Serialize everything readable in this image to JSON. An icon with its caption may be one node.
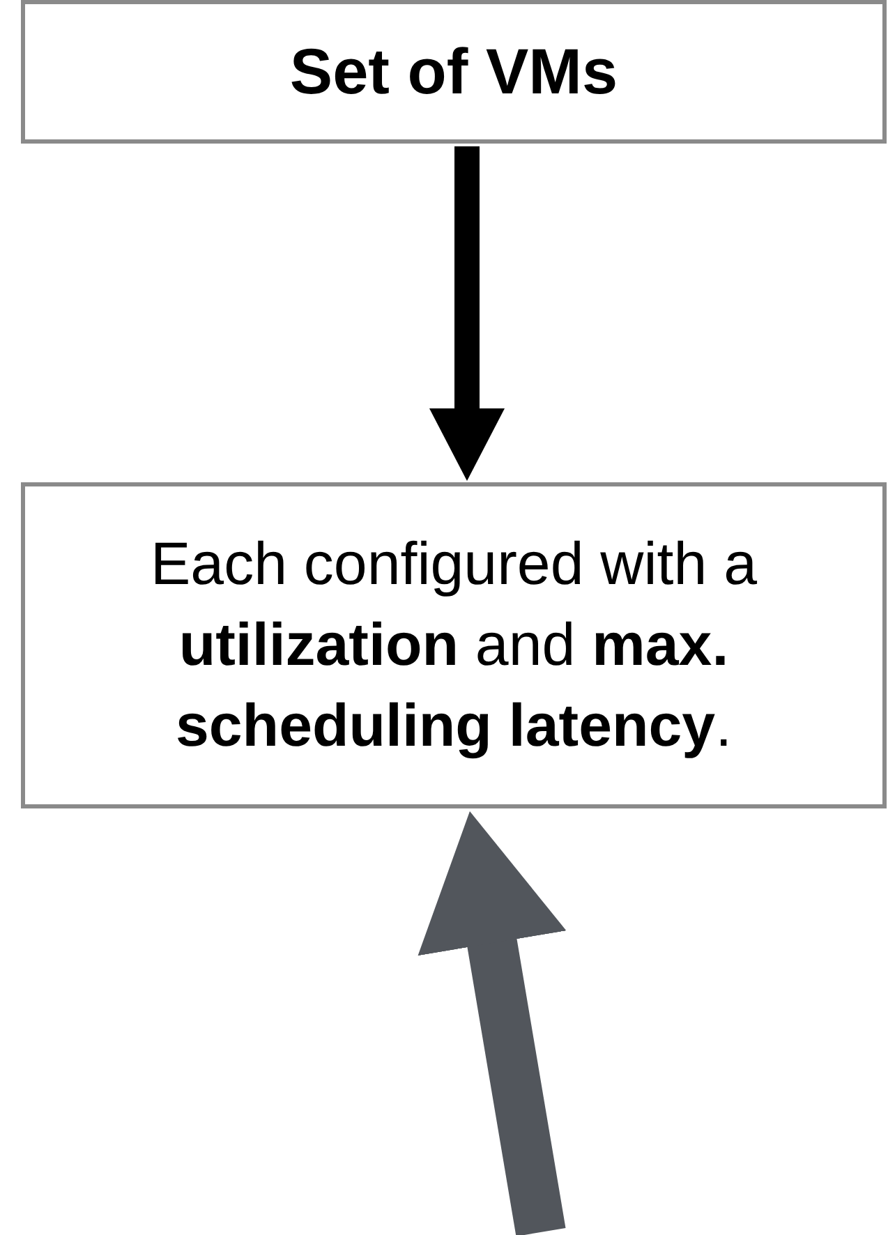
{
  "diagram": {
    "nodes": [
      {
        "text": [
          "Set of VMs"
        ]
      },
      {
        "text": [
          "Each configured with a **utilization** and **max. scheduling latency**."
        ]
      }
    ],
    "edges": [
      {
        "from": 0,
        "to": 1,
        "arrow": "to"
      },
      {
        "from": null,
        "to": 1,
        "arrow": "to",
        "style": "thick",
        "color": "#52565c"
      }
    ]
  }
}
